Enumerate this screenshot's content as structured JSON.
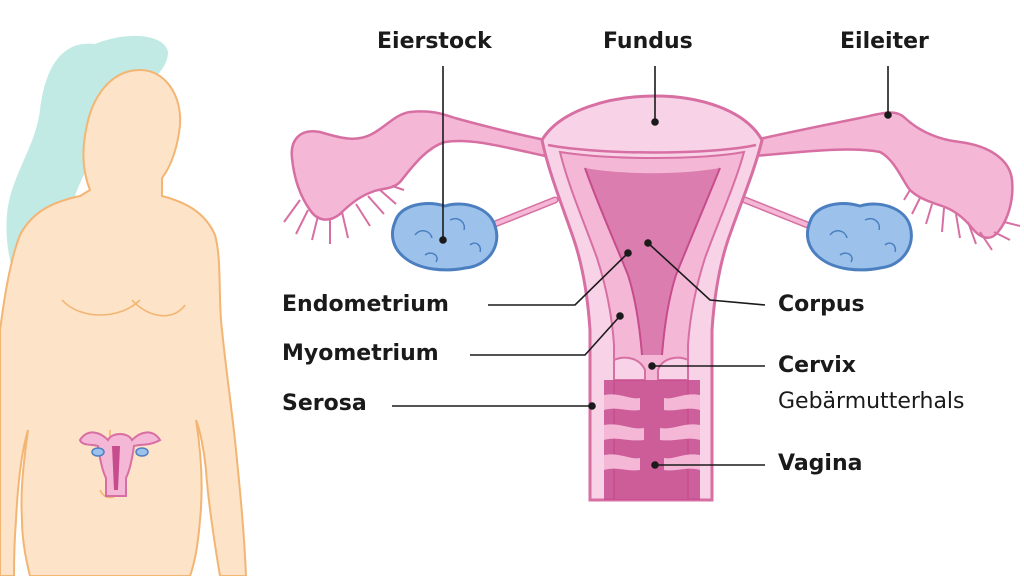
{
  "labels": {
    "eierstock": "Eierstock",
    "fundus": "Fundus",
    "eileiter": "Eileiter",
    "endometrium": "Endometrium",
    "corpus": "Corpus",
    "myometrium": "Myometrium",
    "cervix": "Cervix",
    "gebaermutterhals": "Gebärmutterhals",
    "serosa": "Serosa",
    "vagina": "Vagina"
  },
  "colors": {
    "skin": "#fde3c8",
    "skin_outline": "#f3b574",
    "hair": "#9fded6",
    "tissue_pink": "#f4b8d6",
    "tissue_light": "#f8d2e6",
    "tissue_outline": "#d76fa3",
    "cavity_magenta": "#c64c8e",
    "ovary_blue": "#9cc2ec",
    "ovary_outline": "#4b7fc0",
    "leader_line": "#1a1a1a"
  }
}
